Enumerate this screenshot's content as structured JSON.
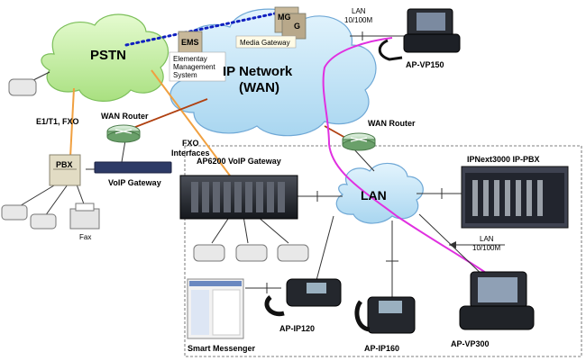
{
  "clouds": {
    "pstn": "PSTN",
    "ip_network_line1": "IP Network",
    "ip_network_line2": "(WAN)",
    "lan": "LAN"
  },
  "labels": {
    "mg": "MG",
    "mg2": "G",
    "ems": "EMS",
    "ems_desc_1": "Elementay",
    "ems_desc_2": "Management",
    "ems_desc_3": "System",
    "media_gateway": "Media Gateway",
    "lan_top_1": "LAN",
    "lan_top_2": "10/100M",
    "ap_vp150": "AP-VP150",
    "e1_fxo": "E1/T1, FXO",
    "wan_router_left": "WAN Router",
    "pbx": "PBX",
    "voip_gateway": "VoIP Gateway",
    "fxo_1": "FXO",
    "fxo_2": "Interfaces",
    "ap6200": "AP6200 VoIP Gateway",
    "wan_router_right": "WAN Router",
    "ipnext": "IPNext3000 IP-PBX",
    "lan_right_1": "LAN",
    "lan_right_2": "10/100M",
    "fax": "Fax",
    "smart_messenger": "Smart Messenger",
    "ap_ip120": "AP-IP120",
    "ap_ip160": "AP-IP160",
    "ap_vp300": "AP-VP300"
  },
  "colors": {
    "cloud_fill": "#bfe4f7",
    "cloud_stroke": "#6fa8d6",
    "pstn_fill": "#c8f0a8",
    "pstn_stroke": "#7cbf5a",
    "orange_line": "#f0a040",
    "magenta_line": "#e030e0",
    "brown_line": "#b04010",
    "dotted_blue": "#1020c0"
  }
}
